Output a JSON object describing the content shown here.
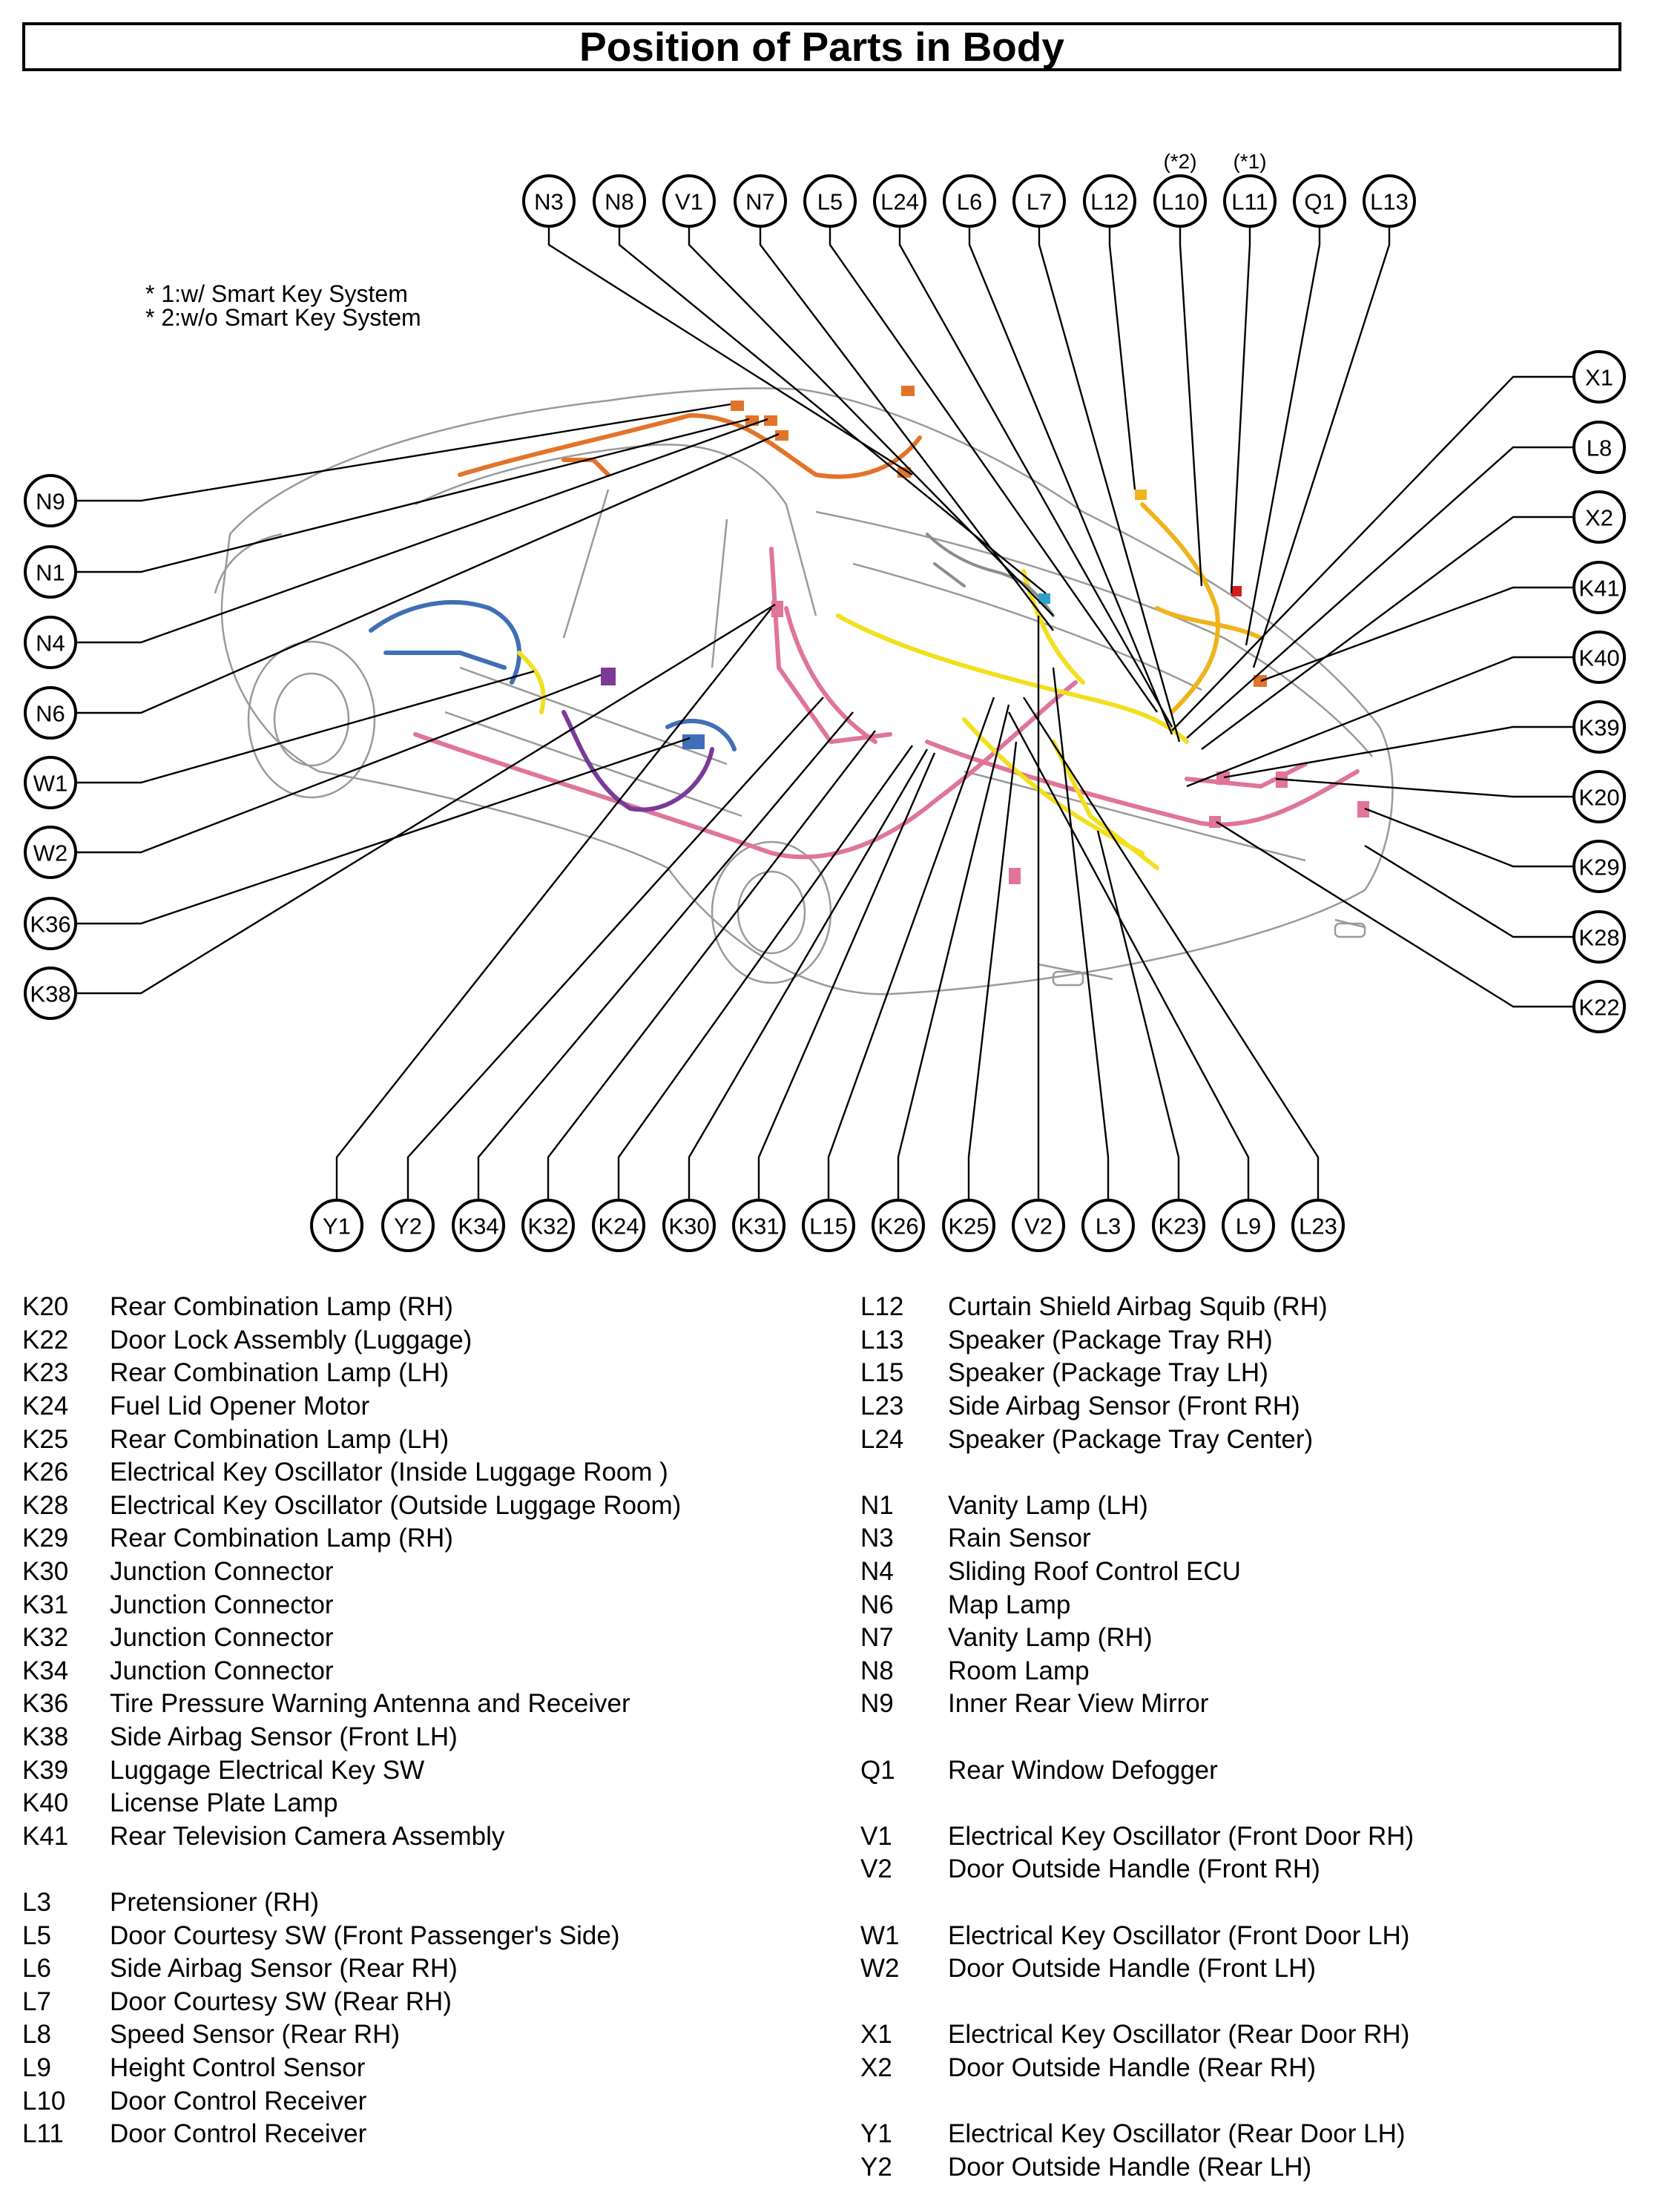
{
  "title": "Position of Parts in Body",
  "notes": [
    "* 1:w/ Smart Key System",
    "* 2:w/o Smart Key System"
  ],
  "variant_marks": {
    "L10": "(*2)",
    "L11": "(*1)"
  },
  "harness_colors": {
    "orange": "#e2742a",
    "yellow": "#f2df1e",
    "gold": "#efb41b",
    "pink": "#e0749a",
    "magenta": "#c34b8c",
    "blue": "#3f6fb6",
    "purple": "#7a3a98",
    "gray": "#8c8c8c"
  },
  "callouts": {
    "top": [
      "N3",
      "N8",
      "V1",
      "N7",
      "L5",
      "L24",
      "L6",
      "L7",
      "L12",
      "L10",
      "L11",
      "Q1",
      "L13"
    ],
    "left": [
      "N9",
      "N1",
      "N4",
      "N6",
      "W1",
      "W2",
      "K36",
      "K38"
    ],
    "right": [
      "X1",
      "L8",
      "X2",
      "K41",
      "K40",
      "K39",
      "K20",
      "K29",
      "K28",
      "K22"
    ],
    "bottom": [
      "Y1",
      "Y2",
      "K34",
      "K32",
      "K24",
      "K30",
      "K31",
      "L15",
      "K26",
      "K25",
      "V2",
      "L3",
      "K23",
      "L9",
      "L23"
    ]
  },
  "legend": {
    "left": [
      {
        "code": "K20",
        "desc": "Rear Combination Lamp (RH)"
      },
      {
        "code": "K22",
        "desc": "Door Lock Assembly (Luggage)"
      },
      {
        "code": "K23",
        "desc": "Rear Combination Lamp (LH)"
      },
      {
        "code": "K24",
        "desc": "Fuel Lid Opener Motor"
      },
      {
        "code": "K25",
        "desc": "Rear Combination Lamp (LH)"
      },
      {
        "code": "K26",
        "desc": "Electrical Key Oscillator (Inside Luggage Room )"
      },
      {
        "code": "K28",
        "desc": "Electrical Key Oscillator (Outside Luggage Room)"
      },
      {
        "code": "K29",
        "desc": "Rear Combination Lamp (RH)"
      },
      {
        "code": "K30",
        "desc": "Junction Connector"
      },
      {
        "code": "K31",
        "desc": "Junction Connector"
      },
      {
        "code": "K32",
        "desc": "Junction Connector"
      },
      {
        "code": "K34",
        "desc": "Junction Connector"
      },
      {
        "code": "K36",
        "desc": "Tire Pressure Warning Antenna and Receiver"
      },
      {
        "code": "K38",
        "desc": "Side Airbag Sensor (Front LH)"
      },
      {
        "code": "K39",
        "desc": "Luggage Electrical Key SW"
      },
      {
        "code": "K40",
        "desc": "License Plate Lamp"
      },
      {
        "code": "K41",
        "desc": "Rear Television Camera Assembly"
      },
      {
        "gap": true
      },
      {
        "code": "L3",
        "desc": "Pretensioner (RH)"
      },
      {
        "code": "L5",
        "desc": "Door Courtesy SW (Front Passenger's Side)"
      },
      {
        "code": "L6",
        "desc": "Side Airbag Sensor (Rear RH)"
      },
      {
        "code": "L7",
        "desc": "Door Courtesy SW (Rear RH)"
      },
      {
        "code": "L8",
        "desc": "Speed Sensor (Rear RH)"
      },
      {
        "code": "L9",
        "desc": "Height Control Sensor"
      },
      {
        "code": "L10",
        "desc": "Door Control Receiver"
      },
      {
        "code": "L11",
        "desc": "Door Control Receiver"
      }
    ],
    "right": [
      {
        "code": "L12",
        "desc": "Curtain Shield Airbag Squib (RH)"
      },
      {
        "code": "L13",
        "desc": "Speaker (Package Tray RH)"
      },
      {
        "code": "L15",
        "desc": "Speaker (Package Tray LH)"
      },
      {
        "code": "L23",
        "desc": "Side Airbag Sensor (Front RH)"
      },
      {
        "code": "L24",
        "desc": "Speaker (Package Tray Center)"
      },
      {
        "gap": true
      },
      {
        "code": "N1",
        "desc": "Vanity Lamp (LH)"
      },
      {
        "code": "N3",
        "desc": "Rain Sensor"
      },
      {
        "code": "N4",
        "desc": "Sliding Roof Control ECU"
      },
      {
        "code": "N6",
        "desc": "Map Lamp"
      },
      {
        "code": "N7",
        "desc": "Vanity Lamp (RH)"
      },
      {
        "code": "N8",
        "desc": "Room Lamp"
      },
      {
        "code": "N9",
        "desc": "Inner Rear View Mirror"
      },
      {
        "gap": true
      },
      {
        "code": "Q1",
        "desc": "Rear Window Defogger"
      },
      {
        "gap": true
      },
      {
        "code": "V1",
        "desc": "Electrical Key Oscillator (Front Door RH)"
      },
      {
        "code": "V2",
        "desc": "Door Outside Handle (Front RH)"
      },
      {
        "gap": true
      },
      {
        "code": "W1",
        "desc": "Electrical Key Oscillator (Front Door LH)"
      },
      {
        "code": "W2",
        "desc": "Door Outside Handle (Front LH)"
      },
      {
        "gap": true
      },
      {
        "code": "X1",
        "desc": "Electrical Key Oscillator (Rear Door RH)"
      },
      {
        "code": "X2",
        "desc": "Door Outside Handle (Rear RH)"
      },
      {
        "gap": true
      },
      {
        "code": "Y1",
        "desc": "Electrical Key Oscillator (Rear Door LH)"
      },
      {
        "code": "Y2",
        "desc": "Door Outside Handle (Rear LH)"
      }
    ]
  }
}
